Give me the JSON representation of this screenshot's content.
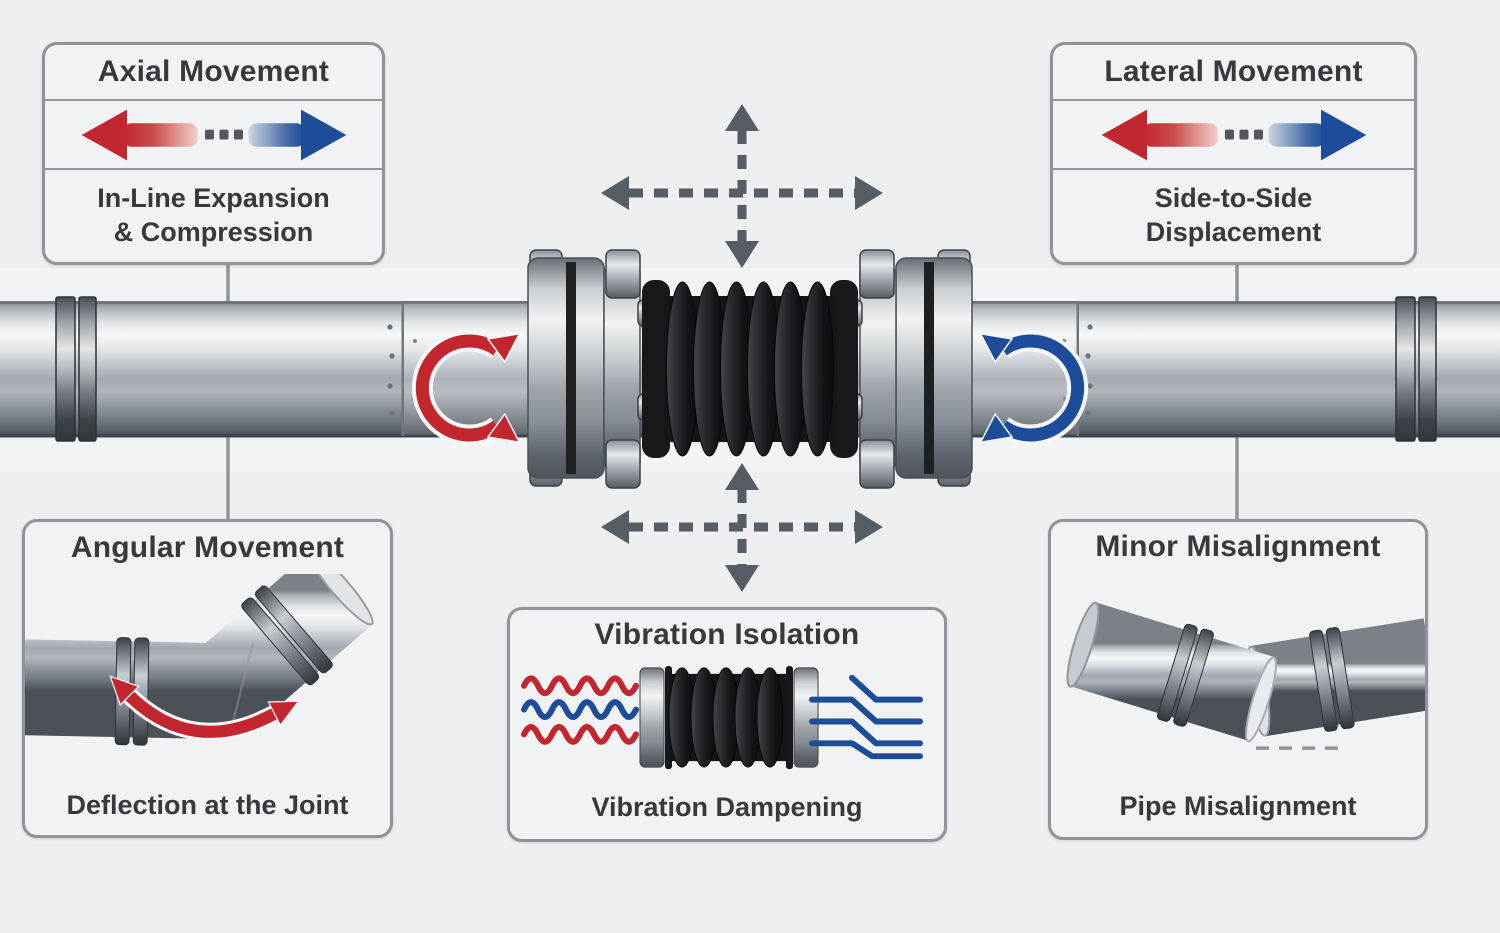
{
  "palette": {
    "red": "#c2262e",
    "blue": "#1d4d9a",
    "arrow_gray": "#575d64",
    "connector_gray": "#8f959a",
    "box_border": "#8e9499",
    "box_bg": "#f1f2f4",
    "page_bg": "#edeff1",
    "text_dark": "#36393d",
    "bellows_black": "#17191b"
  },
  "cards": {
    "axial": {
      "title": "Axial Movement",
      "caption_line1": "In-Line Expansion",
      "caption_line2": "& Compression"
    },
    "lateral": {
      "title": "Lateral Movement",
      "caption_line1": "Side-to-Side",
      "caption_line2": "Displacement"
    },
    "angular": {
      "title": "Angular Movement",
      "caption": "Deflection at the Joint"
    },
    "vibration": {
      "title": "Vibration Isolation",
      "caption": "Vibration Dampening"
    },
    "misalignment": {
      "title": "Minor Misalignment",
      "caption": "Pipe Misalignment"
    }
  }
}
